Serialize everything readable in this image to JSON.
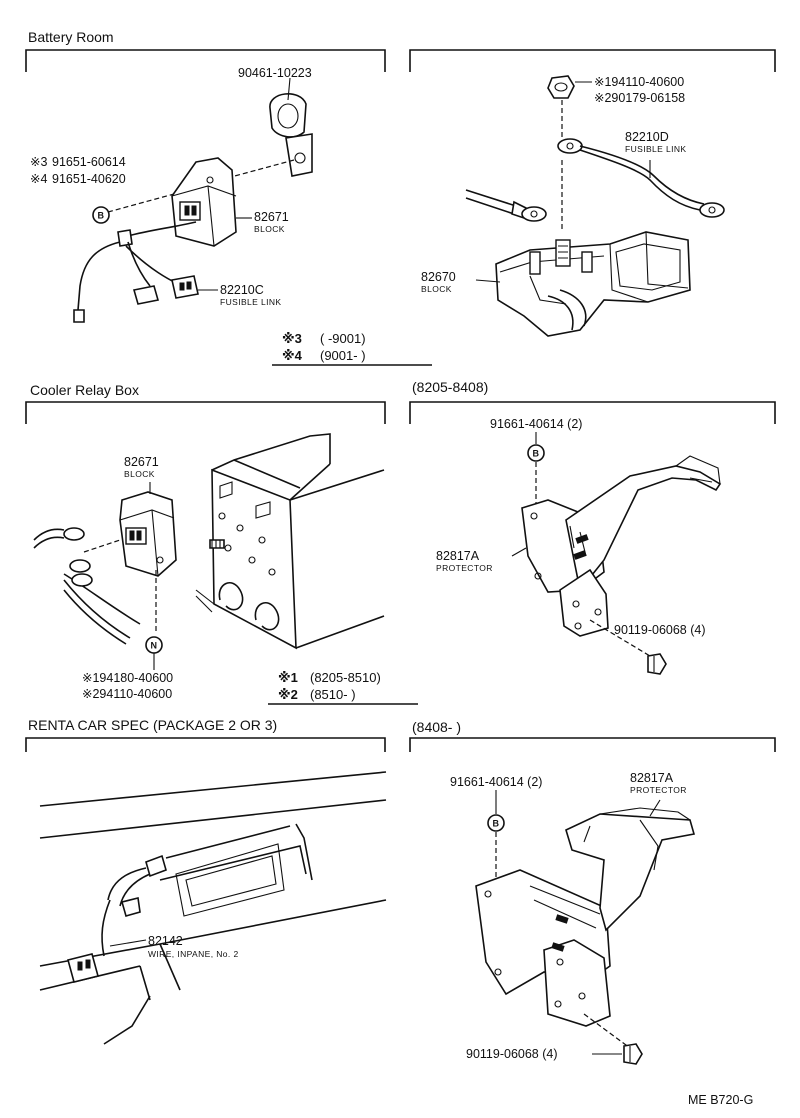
{
  "sections": {
    "battery_room": {
      "title": "Battery Room",
      "parts": {
        "clamp": "90461-10223",
        "note3_prefix": "※3",
        "note3_part": "91651-60614",
        "note4_prefix": "※4",
        "note4_part": "91651-40620",
        "bolt_badge": "B",
        "block_pn": "82671",
        "block_desc": "BLOCK",
        "fusible_c_pn": "82210C",
        "fusible_c_desc": "FUSIBLE LINK"
      },
      "date_notes": [
        {
          "mark": "※3",
          "range": "(      -9001)"
        },
        {
          "mark": "※4",
          "range": "(9001-       )"
        }
      ]
    },
    "battery_terminal": {
      "nut1": "※194110-40600",
      "nut2": "※290179-06158",
      "fusible_d_pn": "82210D",
      "fusible_d_desc": "FUSIBLE LINK",
      "block_pn": "82670",
      "block_desc": "BLOCK"
    },
    "cooler_relay_box": {
      "title": "Cooler Relay Box",
      "block_pn": "82671",
      "block_desc": "BLOCK",
      "nut_badge": "N",
      "nut1": "※194180-40600",
      "nut2": "※294110-40600",
      "date_notes": [
        {
          "mark": "※1",
          "range": "(8205-8510)"
        },
        {
          "mark": "※2",
          "range": "(8510-       )"
        }
      ]
    },
    "protector_early": {
      "title": "(8205-8408)",
      "bolt": "91661-40614 (2)",
      "bolt_badge": "B",
      "protector_pn": "82817A",
      "protector_desc": "PROTECTOR",
      "screw": "90119-06068 (4)"
    },
    "renta_car": {
      "title": "RENTA CAR SPEC (PACKAGE 2 OR 3)",
      "wire_pn": "82142",
      "wire_desc": "WIRE, INPANE, No. 2"
    },
    "protector_late": {
      "title": "(8408-       )",
      "bolt": "91661-40614 (2)",
      "bolt_badge": "B",
      "protector_pn": "82817A",
      "protector_desc": "PROTECTOR",
      "screw": "90119-06068 (4)"
    }
  },
  "footer": {
    "code": "ME B720-G"
  }
}
